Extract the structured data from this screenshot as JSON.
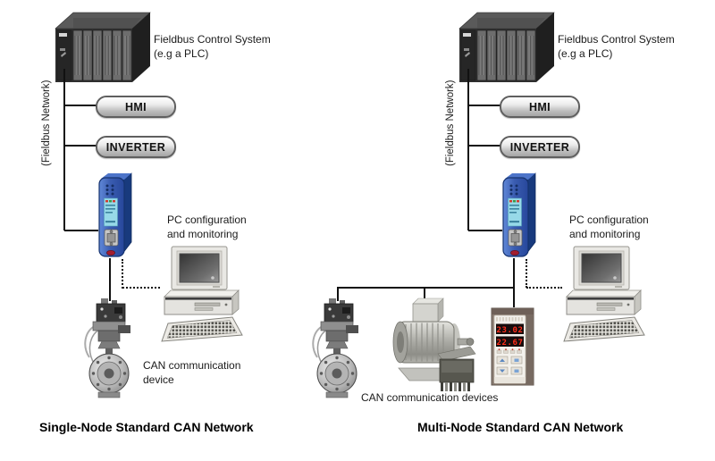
{
  "shared": {
    "plc_line1": "Fieldbus Control System",
    "plc_line2": "(e.g a PLC)",
    "fieldbus_network": "(Fieldbus Network)",
    "hmi": "HMI",
    "inverter": "INVERTER",
    "pc_line1": "PC configuration",
    "pc_line2": "and monitoring"
  },
  "left": {
    "caption": "Single-Node Standard CAN Network",
    "devices_line1": "CAN communication",
    "devices_line2": "device"
  },
  "right": {
    "caption": "Multi-Node Standard CAN Network",
    "devices_label": "CAN communication devices"
  },
  "meter": {
    "display_top": "23.02",
    "display_bottom": "22.67"
  },
  "colors": {
    "gateway_blue": "#3a5cb0",
    "gateway_side_blue": "#16336f",
    "gateway_label_cyan": "#97d9e8",
    "display_red": "#ff2d1a",
    "line_black": "#111111"
  },
  "icons": {
    "plc": "plc-rack-illustration",
    "gateway": "can-gateway-illustration",
    "pc": "desktop-pc-illustration",
    "valve": "valve-actuator-illustration",
    "motor": "electric-motor-illustration",
    "panel_meter": "panel-meter-illustration"
  }
}
